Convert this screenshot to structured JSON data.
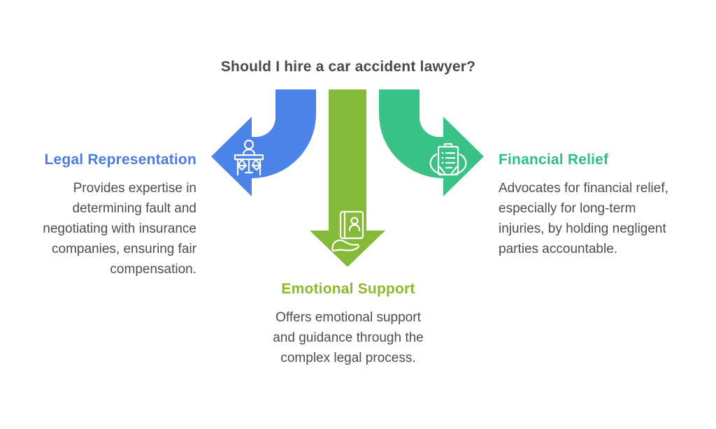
{
  "title": "Should I hire a car accident lawyer?",
  "colors": {
    "arrow_blue": "#4C83E6",
    "arrow_olive": "#85BA38",
    "arrow_teal": "#3AC286",
    "heading_blue": "#4A7CE2",
    "heading_olive": "#8BBB2D",
    "heading_teal": "#2DBE8A",
    "title_text": "#4A4A4A",
    "body_text": "#4D4D4D",
    "background": "#FFFFFF"
  },
  "sections": {
    "legal": {
      "heading": "Legal Representation",
      "body": "Provides expertise in\ndetermining fault and\nnegotiating with insurance\ncompanies, ensuring fair\ncompensation.",
      "icon": "judge-scales-icon",
      "arrow_color": "#4C83E6",
      "arrow_direction": "left"
    },
    "emotional": {
      "heading": "Emotional Support",
      "body": "Offers emotional support\nand guidance through the\ncomplex legal process.",
      "icon": "hand-id-card-icon",
      "arrow_color": "#85BA38",
      "arrow_direction": "down"
    },
    "financial": {
      "heading": "Financial Relief",
      "body": "Advocates for financial relief,\nespecially for long-term\ninjuries, by holding negligent\nparties accountable.",
      "icon": "hands-document-icon",
      "arrow_color": "#3AC286",
      "arrow_direction": "right"
    }
  }
}
